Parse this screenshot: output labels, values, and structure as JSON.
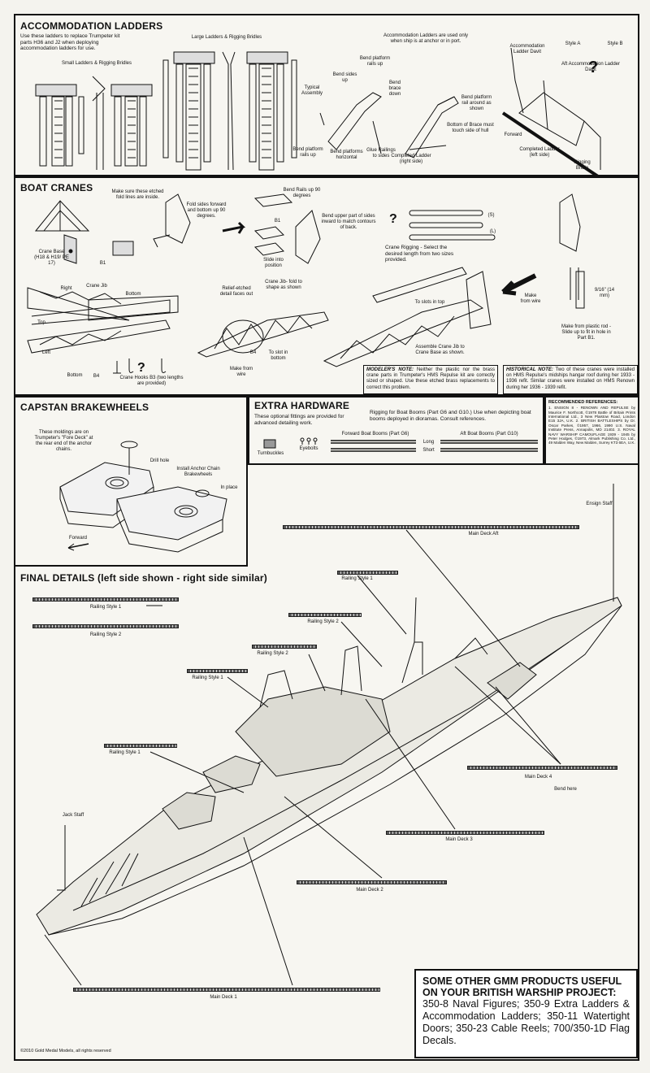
{
  "accommodation": {
    "title": "ACCOMMODATION LADDERS",
    "intro": "Use these ladders to replace Trumpeter kit parts H36 and J2 when deploying accommodation ladders for use.",
    "small_ladders": "Small Ladders & Rigging Bridles",
    "large_ladders": "Large Ladders & Rigging Bridles",
    "usage_note": "Accommodation Ladders are used only when ship is at anchor or in port.",
    "typical_assembly": "Typical Assembly",
    "bend_sides_up": "Bend sides up",
    "bend_platform_rails_up": "Bend platform rails up",
    "bend_brace_down": "Bend brace down",
    "bend_platform_rails_up2": "Bend platform rails up",
    "bend_platforms_horizontal": "Bend platforms horizontal",
    "glue_railings": "Glue Railings to sides",
    "bend_platform_rail_around": "Bend platform rail around as shown",
    "bottom_of_brace": "Bottom of Brace must touch side of hull",
    "completed_right": "Completed Ladder (right side)",
    "completed_left": "Completed Ladder (left side)",
    "accommodation_davit": "Accommodation Ladder Davit",
    "aft_davit": "Aft Accommodation Ladder Davit",
    "style_a": "Style A",
    "style_b": "Style B",
    "forward": "Forward",
    "rigging_bridle": "Rigging Bridle"
  },
  "cranes": {
    "title": "BOAT CRANES",
    "make_sure": "Make sure these etched fold lines are inside.",
    "fold_sides": "Fold sides forward and bottom up 90 degrees.",
    "bend_rails_up": "Bend Rails up 90 degrees",
    "b1": "B1",
    "bend_upper": "Bend upper part of sides inward to match contours of back.",
    "slide_into": "Slide into position",
    "crane_base": "Crane Base (H18 & H19/ PE 17)",
    "b1b": "B1",
    "rigging_s": "(S)",
    "rigging_l": "(L)",
    "crane_rigging": "Crane Rigging - Select the desired length from two sizes provided.",
    "right": "Right",
    "crane_jib": "Crane Jib",
    "bottom": "Bottom",
    "top": "Top",
    "left": "Left",
    "bottom2": "Bottom",
    "b4": "B4",
    "hooks": "Crane Hooks B3 (two lengths are provided)",
    "relief": "Relief-etched detail faces out",
    "jib_fold": "Crane Jib- fold to shape as shown",
    "b4b": "B4",
    "to_slot": "To slot in bottom",
    "make_from_wire": "Make from wire",
    "to_slots_top": "To slots in top",
    "assemble": "Assemble Crane Jib to Crane Base as shown.",
    "make_from_wire2": "Make from wire",
    "dim": "9/16\" (14 mm)",
    "plastic_rod": "Make from plastic rod - Slide up to fit in hole in Part B1.",
    "modeler_note_label": "MODELER'S NOTE:",
    "modeler_note": "Neither the plastic nor the brass crane parts in Trumpeter's HMS Repulse kit are correctly sized or shaped. Use these etched brass replacements to correct this problem.",
    "historical_label": "HISTORICAL NOTE:",
    "historical_note": "Two of these cranes were installed on HMS Repulse's midships hangar roof during her 1933 - 1936 refit. Similar cranes were installed on HMS Renown during her 1936 - 1939 refit."
  },
  "capstan": {
    "title": "CAPSTAN BRAKEWHEELS",
    "moldings": "These moldings are on Trumpeter's \"Fore Deck\" at the rear end of the anchor chains.",
    "drill": "Drill hole",
    "install": "Install Anchor Chain Brakewheels",
    "in_place": "In place",
    "forward": "Forward"
  },
  "hardware": {
    "title": "EXTRA HARDWARE",
    "optional": "These optional fittings are provided for advanced detailing work.",
    "rigging": "Rigging for Boat Booms (Part G6 and G10.) Use when depicting boat booms deployed in dioramas. Consult references.",
    "forward_booms": "Forward Boat Booms (Part G6)",
    "aft_booms": "Aft Boat Booms (Part G10)",
    "long": "Long",
    "short": "Short",
    "turnbuckles": "Turnbuckles",
    "eyebolts": "Eyebolts"
  },
  "references": {
    "title": "RECOMMENDED REFERENCES:",
    "text": "1. ENSIGN 8 - RENOWN AND REPULSE by Maurice F. Northcott, ©1978 Battle of Britain Prints International Ltd., 3 New Plaistow Road, London E15 3JA, U.K. 2. BRITISH BATTLESHIPS by Dr. Oscar Parkes, ©1957, 1966, 1990 U.S. Naval Institute Press, Annapolis, MD 21402. 3. ROYAL NAVY WARSHIP CAMOUFLAGE 1939 - 1945 by Peter Hodges, ©1973, Almark Publishing Co. Ltd., 49 Malden Way, New Malden, Surrey KT3 6EA, U.K."
  },
  "final": {
    "title": "FINAL DETAILS (left side shown - right side similar)",
    "railing_style_1": "Railing Style 1",
    "railing_style_2": "Railing Style 2",
    "ensign_staff": "Ensign Staff",
    "main_deck_aft": "Main Deck Aft",
    "railing_style_1b": "Railing Style 1",
    "railing_style_2b": "Railing Style 2",
    "railing_style_2c": "Railing Style 2",
    "railing_style_1c": "Railing Style 1",
    "railing_style_1d": "Railing Style 1",
    "main_deck_4": "Main Deck 4",
    "bend_here": "Bend here",
    "jack_staff": "Jack Staff",
    "main_deck_3": "Main Deck 3",
    "main_deck_2": "Main Deck 2",
    "main_deck_1": "Main Deck 1"
  },
  "promo": {
    "heading": "SOME OTHER GMM PRODUCTS USEFUL ON YOUR BRITISH WARSHIP PROJECT:",
    "body": "350-8 Naval Figures; 350-9 Extra Ladders & Accommodation Ladders; 350-11 Watertight Doors; 350-23 Cable Reels; 700/350-1D Flag Decals."
  },
  "copyright": "©2010 Gold Medal Models, all rights reserved"
}
